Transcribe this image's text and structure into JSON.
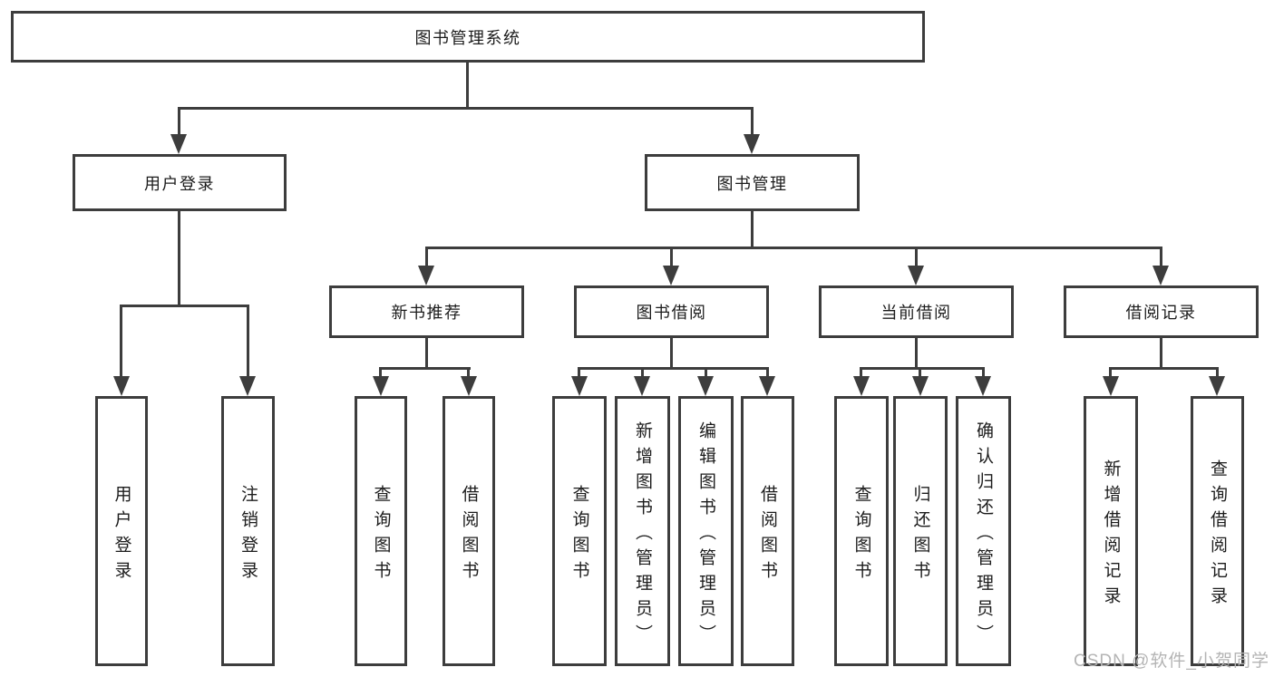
{
  "colors": {
    "background": "#ffffff",
    "line": "#3d3d3d",
    "box_border": "#3d3d3d",
    "box_fill": "#ffffff",
    "text": "#1c1c1c",
    "watermark": "#b4b4b4"
  },
  "watermark": {
    "text": "CSDN @软件_小贺同学"
  },
  "tree": {
    "label": "图书管理系统",
    "children": [
      {
        "label": "用户登录",
        "children": [
          {
            "label": "用户登录"
          },
          {
            "label": "注销登录"
          }
        ]
      },
      {
        "label": "图书管理",
        "children": [
          {
            "label": "新书推荐",
            "children": [
              {
                "label": "查询图书"
              },
              {
                "label": "借阅图书"
              }
            ]
          },
          {
            "label": "图书借阅",
            "children": [
              {
                "label": "查询图书"
              },
              {
                "label": "新增图书（管理员）"
              },
              {
                "label": "编辑图书（管理员）"
              },
              {
                "label": "借阅图书"
              }
            ]
          },
          {
            "label": "当前借阅",
            "children": [
              {
                "label": "查询图书"
              },
              {
                "label": "归还图书"
              },
              {
                "label": "确认归还（管理员）"
              }
            ]
          },
          {
            "label": "借阅记录",
            "children": [
              {
                "label": "新增借阅记录"
              },
              {
                "label": "查询借阅记录"
              }
            ]
          }
        ]
      }
    ]
  }
}
